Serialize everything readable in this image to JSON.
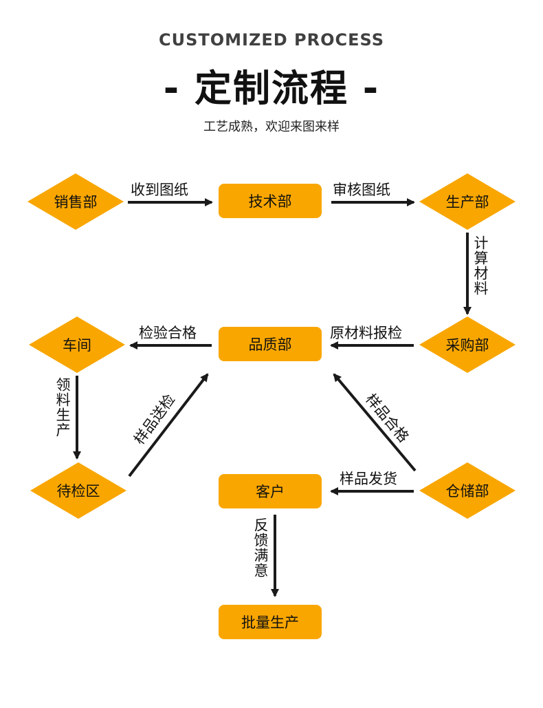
{
  "header": {
    "title_en": "CUSTOMIZED PROCESS",
    "title_cn": "- 定制流程 -",
    "subtitle": "工艺成熟，欢迎来图来样"
  },
  "colors": {
    "node_fill": "#f9a600",
    "arrow": "#1a1a1a"
  },
  "nodes": {
    "sales": "销售部",
    "tech": "技术部",
    "production": "生产部",
    "purchasing": "采购部",
    "quality": "品质部",
    "workshop": "车间",
    "inspection_area": "待检区",
    "warehouse": "仓储部",
    "customer": "客户",
    "mass_production": "批量生产"
  },
  "edges": {
    "receive_drawing": "收到图纸",
    "review_drawing": "审核图纸",
    "calc_material": "计算材料",
    "raw_material_inspect": "原材料报检",
    "inspect_pass": "检验合格",
    "pick_material": "领料生产",
    "sample_send_inspect": "样品送检",
    "sample_pass": "样品合格",
    "sample_ship": "样品发货",
    "feedback_ok": "反馈满意"
  }
}
